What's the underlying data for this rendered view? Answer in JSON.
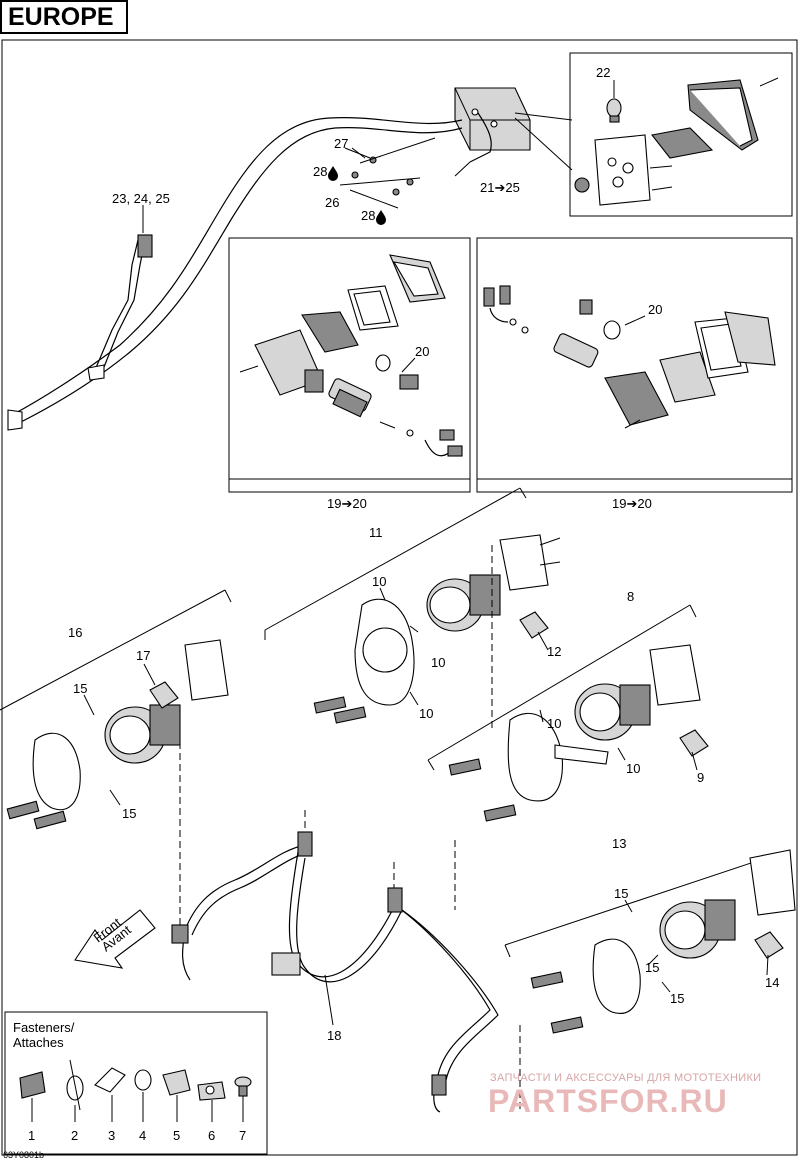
{
  "region_tag": "EUROPE",
  "callouts": {
    "c22": "22",
    "c27": "27",
    "c28a": "28",
    "c26": "26",
    "c28b": "28",
    "c21_25": "21➔25",
    "c23_25": "23, 24, 25",
    "c20a": "20",
    "c20b": "20",
    "c19_20a": "19➔20",
    "c19_20b": "19➔20",
    "c11": "11",
    "c10a": "10",
    "c10b": "10",
    "c10c": "10",
    "c12": "12",
    "c16": "16",
    "c17": "17",
    "c15a": "15",
    "c15b": "15",
    "c8": "8",
    "c10d": "10",
    "c10e": "10",
    "c9": "9",
    "c13": "13",
    "c15c": "15",
    "c15d": "15",
    "c15e": "15",
    "c14": "14",
    "c18": "18"
  },
  "front_arrow": {
    "line1": "Front",
    "line2": "Avant"
  },
  "fasteners": {
    "title_line1": "Fasteners/",
    "title_line2": "Attaches",
    "items": [
      "1",
      "2",
      "3",
      "4",
      "5",
      "6",
      "7"
    ]
  },
  "watermark": {
    "line1": "ЗАПЧАСТИ И АКСЕССУАРЫ ДЛЯ МОТОТЕХНИКИ",
    "line2": "PARTSFOR.RU"
  },
  "figure_id": "63Y0801b",
  "icons": [
    "sealant-drop-icon",
    "front-arrow-icon"
  ]
}
